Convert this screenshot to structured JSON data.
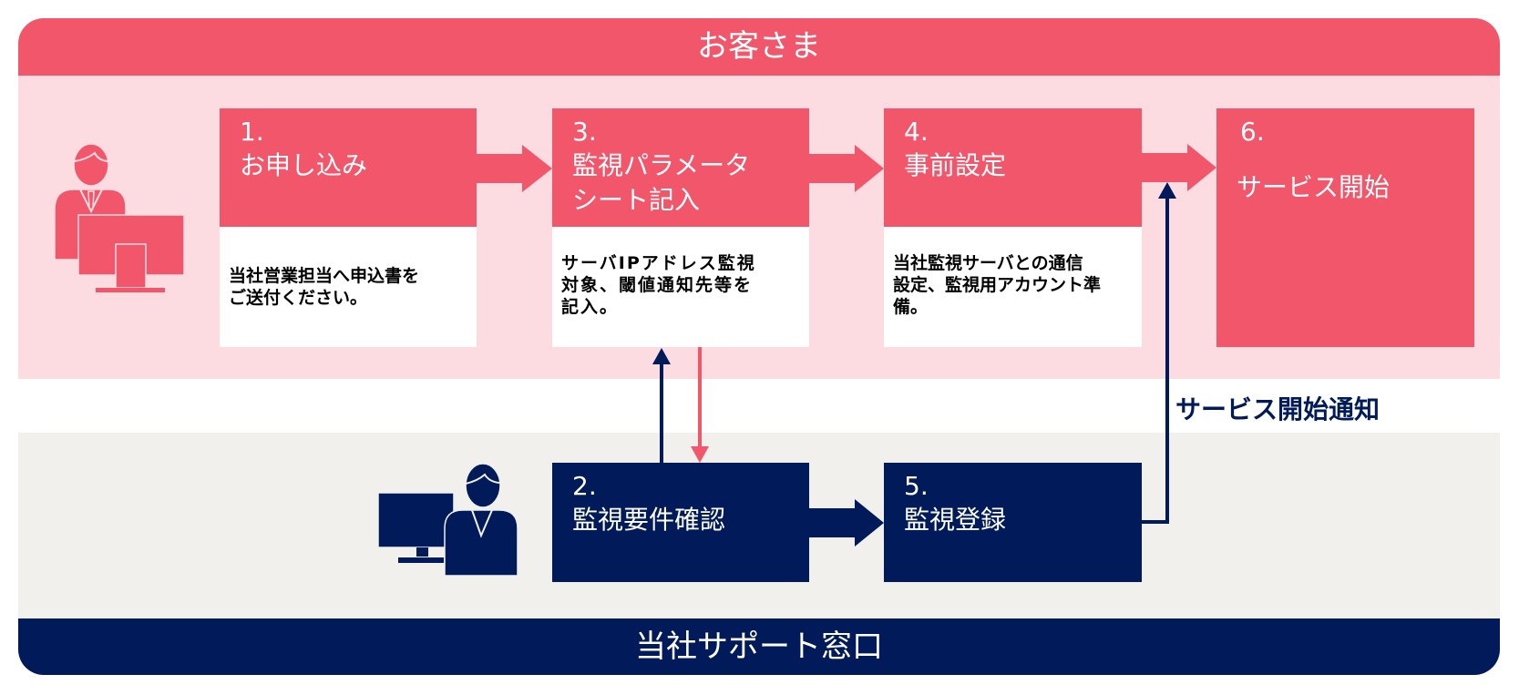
{
  "colors": {
    "customer": "#F1566B",
    "customer_light": "#FDDCE1",
    "support": "#001A5A",
    "support_light": "#F1F0EC"
  },
  "lanes": {
    "customer": {
      "title": "お客さま",
      "icon": "customer-at-pc-icon"
    },
    "support": {
      "title": "当社サポート窓口",
      "icon": "operator-at-pc-icon"
    }
  },
  "steps": [
    {
      "num": "1.",
      "title": "お申し込み",
      "desc": "当社営業担当へ申込書を\nご送付ください。",
      "lane": "customer"
    },
    {
      "num": "2.",
      "title": "監視要件確認",
      "desc": "",
      "lane": "support"
    },
    {
      "num": "3.",
      "title": "監視パラメータ\nシート記入",
      "desc": "サーバIPアドレス監視\n対象、閾値通知先等を\n記入。",
      "lane": "customer"
    },
    {
      "num": "4.",
      "title": "事前設定",
      "desc": "当社監視サーバとの通信\n設定、監視用アカウント準\n備。",
      "lane": "customer"
    },
    {
      "num": "5.",
      "title": "監視登録",
      "desc": "",
      "lane": "support"
    },
    {
      "num": "6.",
      "title": "サービス開始",
      "desc": "",
      "lane": "customer"
    }
  ],
  "connectors": [
    {
      "from": "1",
      "to": "3",
      "style": "block-arrow"
    },
    {
      "from": "3",
      "to": "4",
      "style": "block-arrow"
    },
    {
      "from": "4",
      "to": "6",
      "style": "block-arrow"
    },
    {
      "from": "2",
      "to": "3",
      "style": "line-arrow"
    },
    {
      "from": "3",
      "to": "2",
      "style": "line-arrow"
    },
    {
      "from": "2",
      "to": "5",
      "style": "block-arrow"
    },
    {
      "from": "5",
      "to": "6",
      "style": "elbow-arrow",
      "label": "サービス開始通知"
    }
  ]
}
